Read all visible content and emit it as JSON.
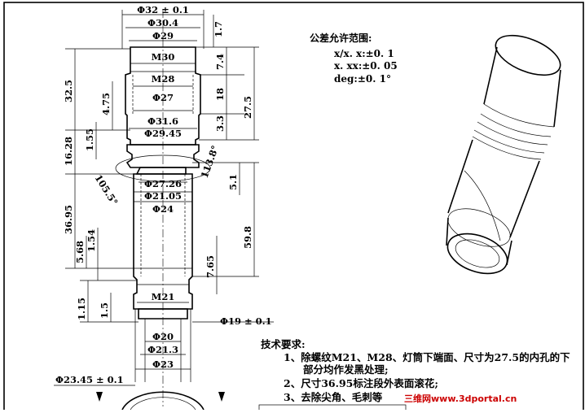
{
  "drawing": {
    "top_dims": [
      "Φ32 ± 0.1",
      "Φ30.4",
      "Φ29"
    ],
    "inner_labels": [
      "M30",
      "M28",
      "Φ27",
      "Φ31.6",
      "Φ29.45",
      "Φ27.26",
      "Φ21.05",
      "Φ24",
      "M21"
    ],
    "bottom_dims": [
      "Φ20",
      "Φ21.3",
      "Φ23",
      "Φ19 ± 0.1",
      "Φ23.45 ± 0.1"
    ],
    "left_dims": [
      "32.5",
      "4.75",
      "1.55",
      "16.28",
      "36.95",
      "5.68",
      "1.54",
      "1.15",
      "1.5"
    ],
    "right_dims": [
      "1.7",
      "7.4",
      "18",
      "27.5",
      "3.3",
      "5.1",
      "59.8",
      "7.65"
    ],
    "angles": [
      "105.5°",
      "113.8°"
    ]
  },
  "tolerance": {
    "heading": "公差允许范围:",
    "lines": [
      "x/x. x:±0. 1",
      "x. xx:±0. 05",
      "deg:±0. 1°"
    ]
  },
  "requirements": {
    "heading": "技术要求:",
    "item1": "1、除螺纹M21、M28、灯筒下端面、尺寸为27.5的内孔的下",
    "item1b": "部分均作发黑处理;",
    "item2": "2、尺寸36.95标注段外表面滚花;",
    "item3": "3、去除尖角、毛刺等"
  },
  "watermark": "三维网www.3dportal.cn",
  "colors": {
    "line": "#000000",
    "watermark": "#cc0000",
    "background": "#ffffff"
  }
}
